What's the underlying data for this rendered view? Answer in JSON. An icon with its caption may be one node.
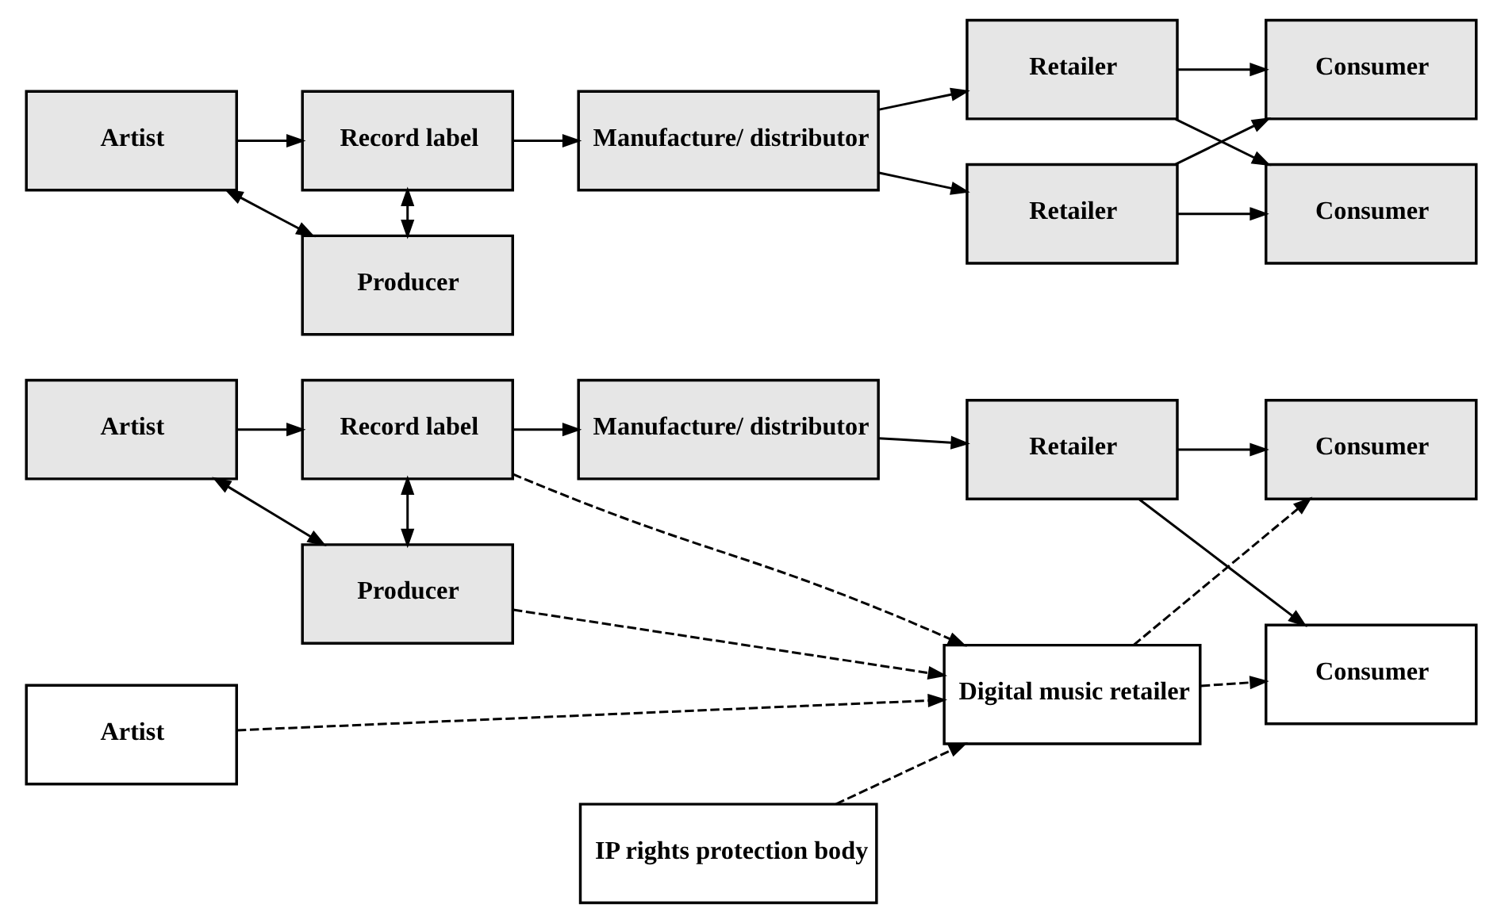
{
  "diagram": {
    "nodes": [
      {
        "text": [
          "Artist"
        ]
      },
      {
        "text": [
          "Record label"
        ]
      },
      {
        "text": [
          "Manufacture/ distributor"
        ]
      },
      {
        "text": [
          "Retailer"
        ]
      },
      {
        "text": [
          "Consumer"
        ]
      },
      {
        "text": [
          "Producer"
        ]
      },
      {
        "text": [
          "Retailer"
        ]
      },
      {
        "text": [
          "Consumer"
        ]
      },
      {
        "text": [
          "Artist"
        ]
      },
      {
        "text": [
          "Record label"
        ]
      },
      {
        "text": [
          "Manufacture/ distributor"
        ]
      },
      {
        "text": [
          "Retailer"
        ]
      },
      {
        "text": [
          "Consumer"
        ]
      },
      {
        "text": [
          "Producer"
        ]
      },
      {
        "text": [
          "Artist"
        ]
      },
      {
        "text": [
          "Digital music retailer"
        ]
      },
      {
        "text": [
          "IP rights protection body"
        ]
      },
      {
        "text": [
          "Consumer"
        ]
      }
    ],
    "edges": [
      {
        "from": 0,
        "to": 1,
        "arrow": "to"
      },
      {
        "from": 1,
        "to": 2,
        "arrow": "to"
      },
      {
        "from": 2,
        "to": 3,
        "arrow": "to"
      },
      {
        "from": 2,
        "to": 6,
        "arrow": "to"
      },
      {
        "from": 3,
        "to": 4,
        "arrow": "to"
      },
      {
        "from": 3,
        "to": 7,
        "arrow": "to"
      },
      {
        "from": 6,
        "to": 4,
        "arrow": "to"
      },
      {
        "from": 6,
        "to": 7,
        "arrow": "to"
      },
      {
        "from": 0,
        "to": 5,
        "arrow": "both"
      },
      {
        "from": 1,
        "to": 5,
        "arrow": "both"
      },
      {
        "from": 8,
        "to": 9,
        "arrow": "to"
      },
      {
        "from": 9,
        "to": 10,
        "arrow": "to"
      },
      {
        "from": 10,
        "to": 11,
        "arrow": "to"
      },
      {
        "from": 11,
        "to": 12,
        "arrow": "to"
      },
      {
        "from": 11,
        "to": 17,
        "arrow": "to"
      },
      {
        "from": 8,
        "to": 13,
        "arrow": "both"
      },
      {
        "from": 9,
        "to": 13,
        "arrow": "both"
      },
      {
        "from": 9,
        "to": 15,
        "arrow": "to",
        "style": "dashed"
      },
      {
        "from": 13,
        "to": 15,
        "arrow": "to",
        "style": "dashed"
      },
      {
        "from": 14,
        "to": 15,
        "arrow": "to",
        "style": "dashed"
      },
      {
        "from": 16,
        "to": 15,
        "arrow": "to",
        "style": "dashed"
      },
      {
        "from": 15,
        "to": 12,
        "arrow": "to",
        "style": "dashed"
      },
      {
        "from": 15,
        "to": 17,
        "arrow": "to",
        "style": "dashed"
      }
    ]
  }
}
